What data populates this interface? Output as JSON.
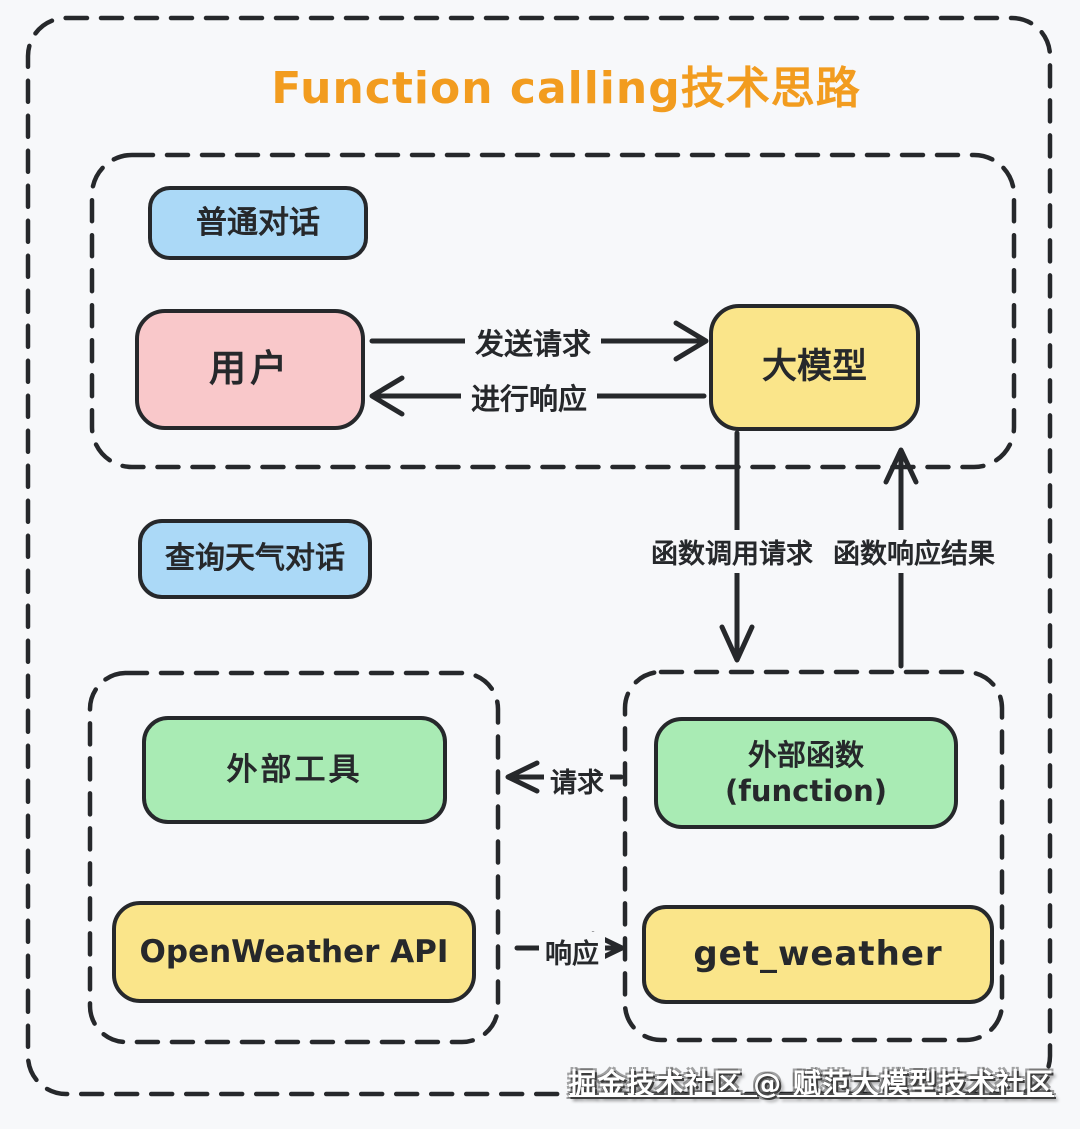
{
  "title": "Function calling技术思路",
  "colors": {
    "background": "#F7F8FA",
    "ink": "#26282B",
    "accent_orange": "#F29C1F",
    "node_blue": "#ABD9F7",
    "node_pink": "#F9C8CA",
    "node_yellow": "#FAE58A",
    "node_green": "#A9EBB4",
    "watermark_text": "#FFFFFF"
  },
  "nodes": {
    "normal_chat": {
      "label": "普通对话"
    },
    "user": {
      "label": "用户"
    },
    "llm": {
      "label": "大模型"
    },
    "weather_chat": {
      "label": "查询天气对话"
    },
    "external_tools": {
      "label": "外部工具"
    },
    "openweather_api": {
      "label": "OpenWeather API"
    },
    "external_function": {
      "label": "外部函数",
      "sublabel": "(function)"
    },
    "get_weather": {
      "label": "get_weather"
    }
  },
  "edges": {
    "send_request": {
      "label": "发送请求",
      "from": "user",
      "to": "llm"
    },
    "respond": {
      "label": "进行响应",
      "from": "llm",
      "to": "user"
    },
    "function_call_request": {
      "label": "函数调用请求",
      "from": "llm",
      "to": "external_function"
    },
    "function_response_result": {
      "label": "函数响应结果",
      "from": "external_function",
      "to": "llm"
    },
    "request": {
      "label": "请求",
      "from": "external_function",
      "to": "external_tools"
    },
    "response": {
      "label": "响应",
      "from": "openweather_api",
      "to": "get_weather"
    }
  },
  "watermark": "掘金技术社区 @ 赋范大模型技术社区"
}
